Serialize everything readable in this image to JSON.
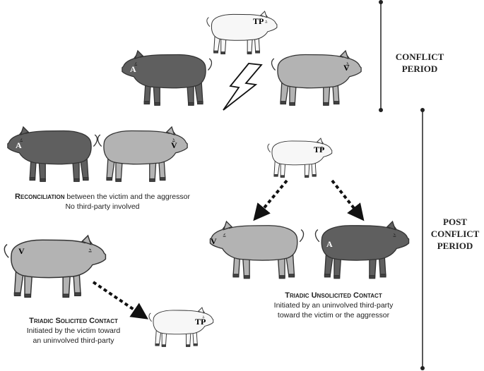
{
  "labels": {
    "tp": "TP",
    "a": "A",
    "v": "V"
  },
  "periods": {
    "conflict_line1": "CONFLICT",
    "conflict_line2": "PERIOD",
    "post_line1": "POST",
    "post_line2": "CONFLICT",
    "post_line3": "PERIOD"
  },
  "captions": {
    "reconciliation_title": "Reconciliation",
    "reconciliation_text1": " between the victim and the aggressor",
    "reconciliation_text2": "No third-party involved",
    "unsolicited_title": "Triadic Unsolicited Contact",
    "unsolicited_text1": "Initiated by an uninvolved third-party",
    "unsolicited_text2": "toward the victim or the aggressor",
    "solicited_title": "Triadic Solicited Contact",
    "solicited_text1": "Initiated by the victim toward",
    "solicited_text2": "an uninvolved third-party"
  },
  "colors": {
    "aggressor": "#5f5f5f",
    "victim": "#b3b3b3",
    "third_party": "#f7f7f7",
    "outline": "#333333"
  }
}
